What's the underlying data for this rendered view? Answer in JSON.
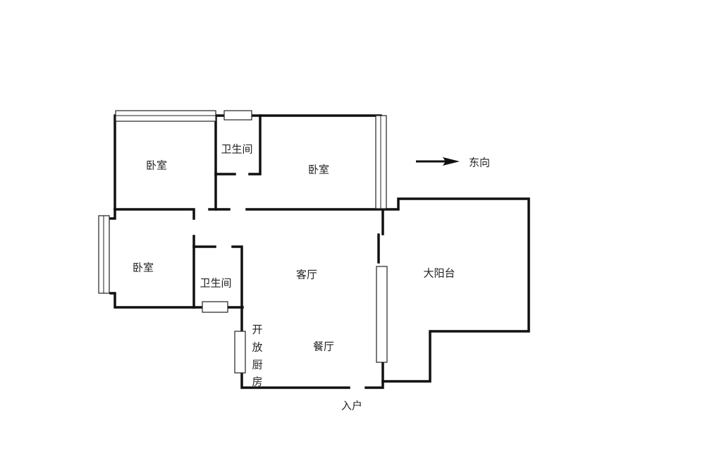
{
  "rooms": {
    "bedroom_nw": "卧室",
    "bathroom_north": "卫生间",
    "bedroom_ne": "卧室",
    "bedroom_west": "卧室",
    "bathroom_south": "卫生间",
    "living_room": "客厅",
    "dining_room": "餐厅",
    "kitchen_chars": [
      "开",
      "放",
      "厨",
      "房"
    ],
    "balcony": "大阳台"
  },
  "entrance": "入户",
  "orientation": "东向"
}
